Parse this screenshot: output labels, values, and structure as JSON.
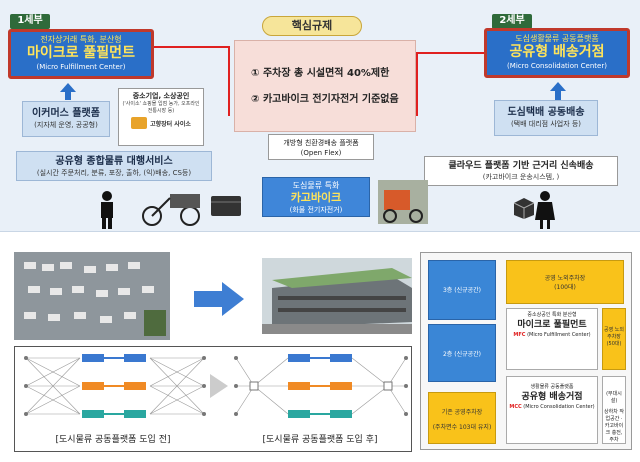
{
  "top": {
    "left_tab": "1세부",
    "right_tab": "2세부",
    "core_title": "핵심규제",
    "mfc": {
      "sub": "전자상거래 특화, 분산형",
      "title": "마이크로 풀필먼트",
      "en": "(Micro Fulfillment Center)"
    },
    "mcc": {
      "sub": "도심생활물류 공동플랫폼",
      "title": "공유형 배송거점",
      "en": "(Micro Consolidation Center)"
    },
    "ecommerce": {
      "title": "이커머스 플랫폼",
      "sub": "(지자체 운영, 공공형)"
    },
    "sme": {
      "title": "중소기업, 소상공인",
      "sub": "('사이소' 쇼핑몰 입점 농가, 오프라인 전통시장 등)",
      "logo_text": "고향장터 사이소"
    },
    "shared_service": {
      "title": "공유형 종합물류 대행서비스",
      "sub": "(실시간 주문처리, 분류, 포장, 출하, (익)배송, CS등)"
    },
    "core_items": [
      "① 주차장 총 시설면적 40%제한",
      "② 카고바이크 전기자전거 기준없음"
    ],
    "openflex": {
      "title": "개방형 친환경배송 플랫폼",
      "sub": "(Open Flex)"
    },
    "cargo": {
      "sub": "도심물류 특화",
      "title": "카고바이크",
      "small": "(화물 전기자전거)"
    },
    "city_delivery": {
      "title": "도심택배 공동배송",
      "sub": "(택배 대리점 사업자 등)"
    },
    "cloud": {
      "title": "클라우드 플랫폼 기반 근거리 신속배송",
      "sub": "(카고바이크 운송시스템, )"
    }
  },
  "building": {
    "floor3": "3층 (신규공간)",
    "floor2": "2층 (신규공간)",
    "floor1": "기존 공영주차장",
    "floor1_sub": "(주차면수 103대 유지)",
    "top_right": "공영 노외주차장",
    "top_right_sub": "(100대)",
    "mid_right": "공영 노외주차장",
    "mid_right_sub": "(50대)",
    "mfc_sub": "중소상공인 특화 분산형",
    "mfc_title": "마이크로 풀필먼트",
    "mfc_tag": "MFC",
    "mfc_en": "(Micro Fulfillment Center)",
    "mcc_sub": "생활물류 공동플랫폼",
    "mcc_title": "공유형 배송거점",
    "mcc_tag": "MCC",
    "mcc_en": "(Micro Consolidation Center)",
    "side_title": "(부대시설)",
    "side_sub": "상하차 작업공간 · 카고바이크 충전, 주차"
  },
  "network": {
    "before": "[도시물류 공동플랫폼 도입 전]",
    "after": "[도시물류 공동플랫폼 도입 후]"
  },
  "colors": {
    "blue": "#2a6fc8",
    "red": "#e02020",
    "orange": "#f08a24",
    "yellow": "#f9c21a",
    "green_tab": "#2f6a3a"
  }
}
